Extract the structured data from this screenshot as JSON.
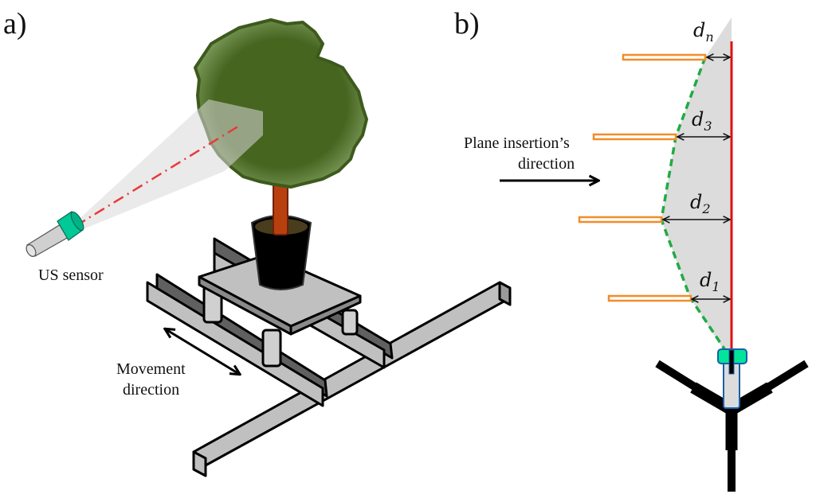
{
  "panels": {
    "a": {
      "label": "a)",
      "sensor_label": "US sensor",
      "movement_label_line1": "Movement",
      "movement_label_line2": "direction"
    },
    "b": {
      "label": "b)",
      "insertion_label_line1": "Plane insertion’s",
      "insertion_label_line2": "direction",
      "distances": [
        {
          "symbol": "d",
          "subscript": "n"
        },
        {
          "symbol": "d",
          "subscript": "3"
        },
        {
          "symbol": "d",
          "subscript": "2"
        },
        {
          "symbol": "d",
          "subscript": "1"
        }
      ]
    }
  },
  "colors": {
    "foliage": "#4a6b25",
    "foliage_edge": "#3d5a1c",
    "trunk": "#b8400f",
    "pot": "#000000",
    "rail": "#c0c0c0",
    "rail_dark": "#606060",
    "sensor_head": "#00c896",
    "laser": "#e83a3a",
    "plane": "#f28c28",
    "profile": "#22aa44",
    "reference_line": "#e01010",
    "shade": "#dcdcdc",
    "mount_blue": "#1a5fa8",
    "mount_green": "#00e59a"
  }
}
